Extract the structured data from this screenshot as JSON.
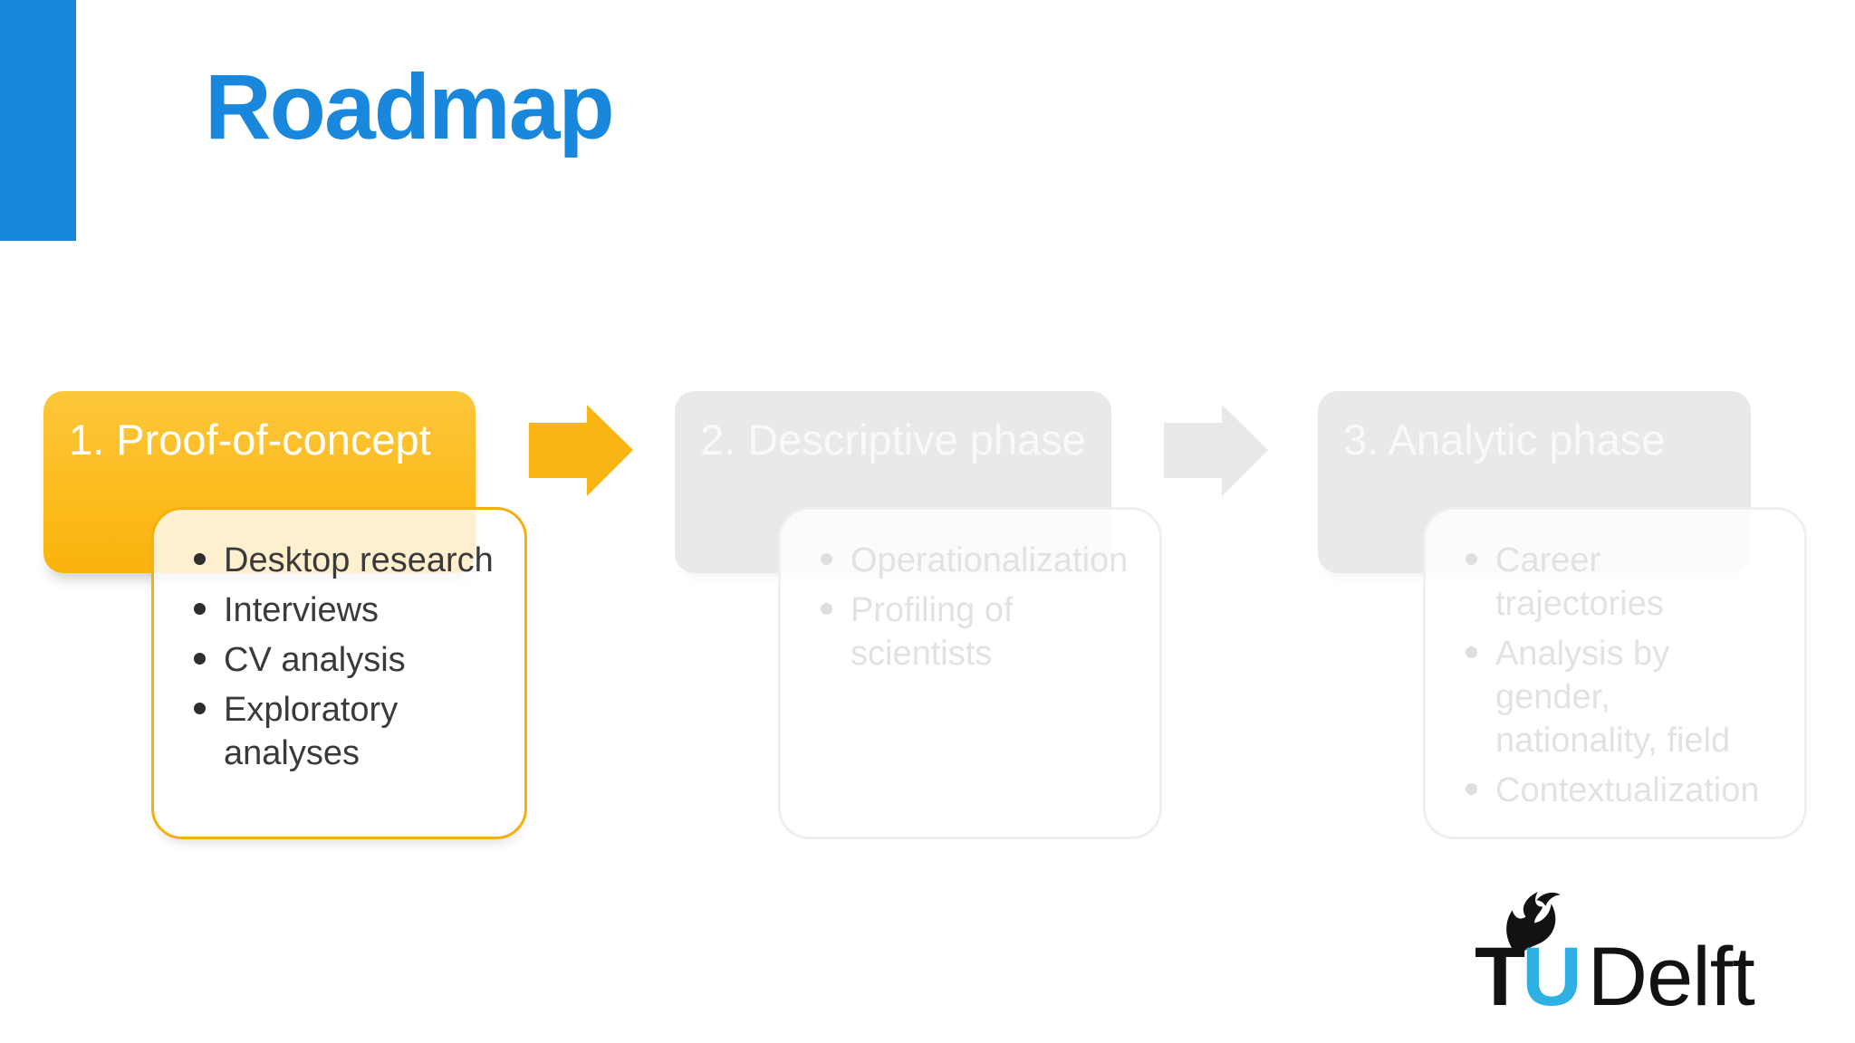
{
  "slide": {
    "title": "Roadmap"
  },
  "colors": {
    "accent_bar_blue": "#1786DB",
    "title_blue": "#1887DC",
    "active_fill": "#FCBD22",
    "active_border": "#F5B00E",
    "active_bullet_text": "#3A3A3A",
    "inactive_fill": "#E9E9EB",
    "inactive_border": "#EFEFF2",
    "inactive_bullet_text": "#E2E2E5",
    "phase_header_text": "#FFFFFF",
    "logo_cyan": "#2FB0E5",
    "logo_black": "#121212"
  },
  "phases": [
    {
      "title": "1. Proof-of-concept",
      "state": "active",
      "bullets": [
        "Desktop research",
        "Interviews",
        "CV analysis",
        "Exploratory analyses"
      ]
    },
    {
      "title": "2. Descriptive phase",
      "state": "inactive",
      "bullets": [
        "Operationalization",
        "Profiling of scientists"
      ]
    },
    {
      "title": "3. Analytic phase",
      "state": "inactive",
      "bullets": [
        "Career trajectories",
        "Analysis by gender, nationality, field",
        "Contextualization"
      ]
    }
  ],
  "arrows": [
    {
      "from": "1. Proof-of-concept",
      "to": "2. Descriptive phase",
      "color": "#FBB512"
    },
    {
      "from": "2. Descriptive phase",
      "to": "3. Analytic phase",
      "color": "#E8E8EA"
    }
  ],
  "logo": {
    "t": "T",
    "u": "U",
    "delft": "Delft"
  }
}
